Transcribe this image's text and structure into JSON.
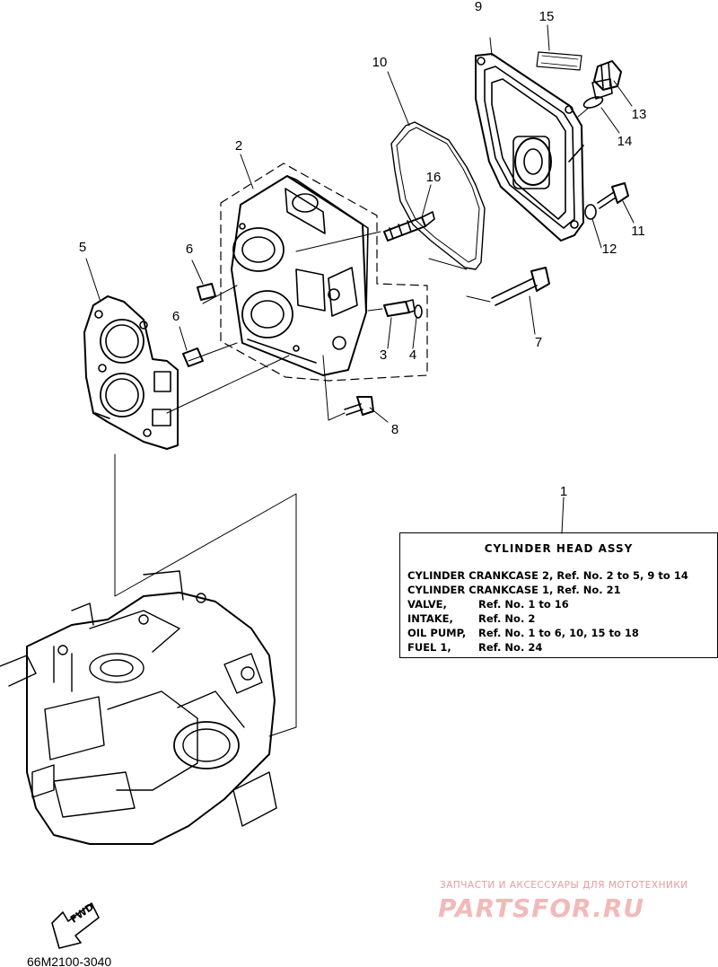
{
  "callouts": [
    {
      "id": "1",
      "text": "1"
    },
    {
      "id": "2",
      "text": "2"
    },
    {
      "id": "3",
      "text": "3"
    },
    {
      "id": "4",
      "text": "4"
    },
    {
      "id": "5",
      "text": "5"
    },
    {
      "id": "6a",
      "text": "6"
    },
    {
      "id": "6b",
      "text": "6"
    },
    {
      "id": "7",
      "text": "7"
    },
    {
      "id": "8",
      "text": "8"
    },
    {
      "id": "9",
      "text": "9"
    },
    {
      "id": "10",
      "text": "10"
    },
    {
      "id": "11",
      "text": "11"
    },
    {
      "id": "12",
      "text": "12"
    },
    {
      "id": "13",
      "text": "13"
    },
    {
      "id": "14",
      "text": "14"
    },
    {
      "id": "15",
      "text": "15"
    },
    {
      "id": "16",
      "text": "16"
    }
  ],
  "assy_box": {
    "title": "CYLINDER HEAD ASSY",
    "rows": [
      {
        "name": "CYLINDER CRANKCASE 2,",
        "refs": "Ref. No. 2 to 5, 9 to 14"
      },
      {
        "name": "CYLINDER CRANKCASE 1,",
        "refs": "Ref. No. 21"
      },
      {
        "name": "VALVE,",
        "refs": "Ref. No. 1 to 16"
      },
      {
        "name": "INTAKE,",
        "refs": "Ref. No. 2"
      },
      {
        "name": "OIL PUMP,",
        "refs": "Ref. No. 1 to 6, 10, 15 to 18"
      },
      {
        "name": "FUEL 1,",
        "refs": "Ref. No. 24"
      }
    ]
  },
  "fwd_label": "FWD",
  "diagram_code": "66M2100-3040",
  "watermark": {
    "tagline": "ЗАПЧАСТИ И АКСЕССУАРЫ ДЛЯ МОТОТЕХНИКИ",
    "brand": "PARTSFOR.RU"
  },
  "colors": {
    "line": "#000000",
    "watermark_small": "#e89a9a",
    "watermark_big": "#f2b9b9"
  }
}
